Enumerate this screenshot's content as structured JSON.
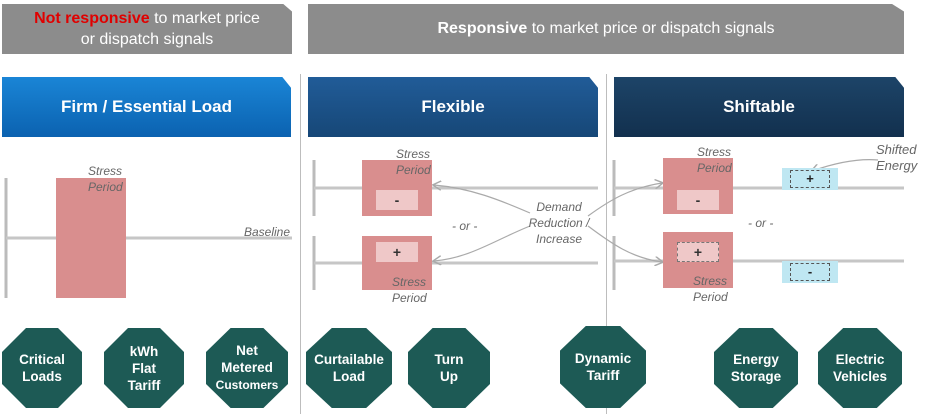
{
  "headers": {
    "left": {
      "bold_red": "Not responsive",
      "rest": "to market price",
      "line2": "or dispatch signals"
    },
    "right": {
      "bold": "Responsive",
      "rest": "to market price or dispatch signals"
    }
  },
  "categories": {
    "firm": "Firm / Essential Load",
    "flexible": "Flexible",
    "shiftable": "Shiftable"
  },
  "labels": {
    "stress": "Stress",
    "period": "Period",
    "baseline": "Baseline",
    "or": "- or -",
    "demand1": "Demand",
    "demand2": "Reduction /",
    "demand3": "Increase",
    "shifted1": "Shifted",
    "shifted2": "Energy",
    "minus": "-",
    "plus": "+"
  },
  "badges": [
    {
      "line1": "Critical",
      "line2": "Loads",
      "line3": ""
    },
    {
      "line1": "kWh",
      "line2": "Flat",
      "line3": "Tariff"
    },
    {
      "line1": "Net",
      "line2": "Metered",
      "line3": "Customers"
    },
    {
      "line1": "Curtailable",
      "line2": "Load",
      "line3": ""
    },
    {
      "line1": "Turn",
      "line2": "Up",
      "line3": ""
    },
    {
      "line1": "Dynamic",
      "line2": "Tariff",
      "line3": ""
    },
    {
      "line1": "Energy",
      "line2": "Storage",
      "line3": ""
    },
    {
      "line1": "Electric",
      "line2": "Vehicles",
      "line3": ""
    }
  ],
  "colors": {
    "gray_header": "#8c8c8c",
    "firm_blue": "#0f6fbf",
    "flexible_blue": "#1a4f86",
    "shiftable_blue": "#173a5c",
    "stress_fill": "#d98e8e",
    "badge": "#1d5a55",
    "shift_box": "#bfe7f2"
  }
}
